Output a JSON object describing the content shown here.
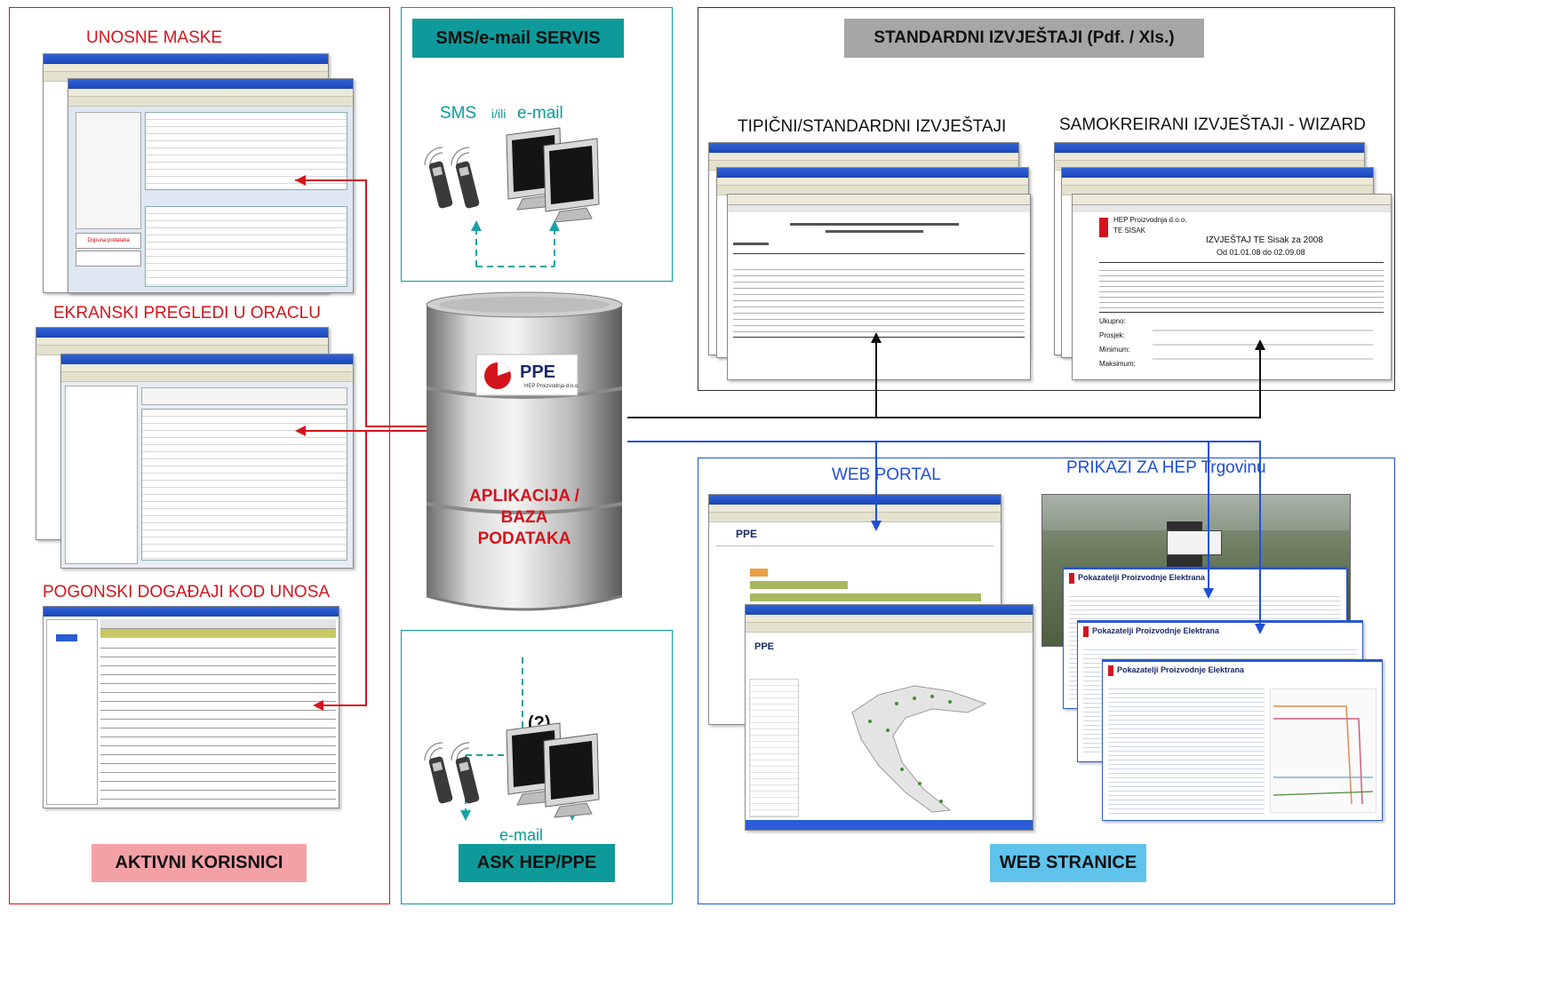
{
  "active_users": {
    "title_unosne": "UNOSNE MASKE",
    "title_ekranski": "EKRANSKI PREGLEDI U ORACLU",
    "title_pogonski": "POGONSKI DOGAĐAJI  KOD UNOSA",
    "badge": "AKTIVNI KORISNICI",
    "badge_color": "#f4a1a6"
  },
  "sms_service": {
    "badge": "SMS/e-mail SERVIS",
    "label_sms": "SMS",
    "label_ili": "i/ili",
    "label_email": "e-mail",
    "badge_color": "#0e9a9a"
  },
  "database": {
    "logo_text": "PPE",
    "logo_sub": "HEP Proizvodnja d.o.o.",
    "line1": "APLIKACIJA  /",
    "line2": "BAZA",
    "line3": "PODATAKA"
  },
  "ask": {
    "question": "(?)",
    "email_label": "e-mail",
    "badge": "ASK HEP/PPE",
    "badge_color": "#0e9a9a"
  },
  "standard_reports": {
    "badge": "STANDARDNI IZVJEŠTAJI (Pdf. / Xls.)",
    "badge_color": "#a6a6a6",
    "title_tipicni": "TIPIČNI/STANDARDNI IZVJEŠTAJI",
    "title_samokreirani": "SAMOKREIRANI IZVJEŠTAJI - WIZARD",
    "report_heading": "IZVJEŠTAJ TE Sisak za  2008",
    "report_subheading": "Od 01.01.08 do 02.09.08",
    "report_company": "HEP Proizvodnja d.o.o.",
    "report_plant": "TE SISAK",
    "report_rows": [
      "Ukupno:",
      "Prosjek:",
      "Minimum:",
      "Maksimum:"
    ]
  },
  "web_pages": {
    "title_portal": "WEB  PORTAL",
    "title_prikazi": "PRIKAZI ZA HEP Trgovinu",
    "badge": "WEB STRANICE",
    "badge_color": "#5fc3ec",
    "dashboard_title": "Pokazatelji Proizvodnje Elektrana",
    "portal_logo": "PPE"
  },
  "colors": {
    "red": "#d4141c",
    "blue": "#1f4fd6",
    "teal": "#0a9a9a",
    "black": "#111111"
  }
}
